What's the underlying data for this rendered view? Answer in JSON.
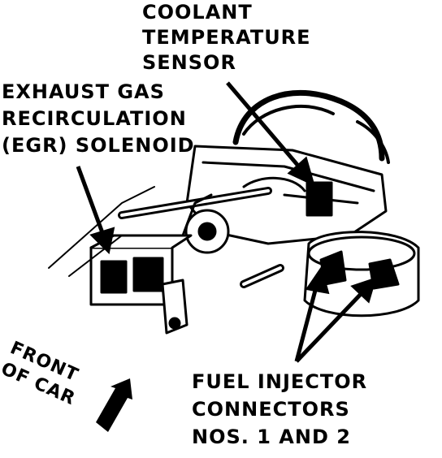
{
  "labels": {
    "coolant_sensor": [
      "COOLANT",
      "TEMPERATURE",
      "SENSOR"
    ],
    "egr_solenoid": [
      "EXHAUST GAS",
      "RECIRCULATION",
      "(EGR) SOLENOID"
    ],
    "fuel_injector": [
      "FUEL INJECTOR",
      "CONNECTORS",
      "NOS. 1 AND 2"
    ],
    "front_of_car": [
      "FRONT",
      "OF CAR"
    ]
  },
  "colors": {
    "ink": "#000000",
    "paper": "#ffffff"
  }
}
